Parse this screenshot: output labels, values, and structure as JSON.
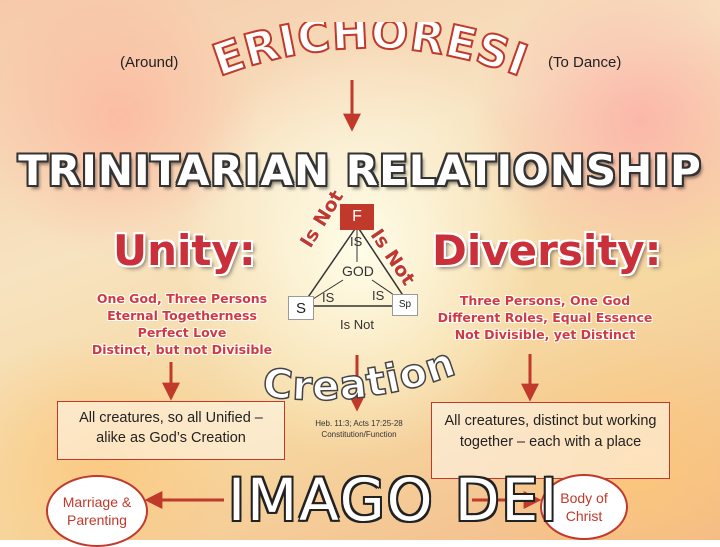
{
  "header": {
    "around": "(Around)",
    "word": "PERICHORESIS",
    "to_dance": "(To Dance)"
  },
  "heading": "TRINITARIAN RELATIONSHIP",
  "unity": {
    "title": "Unity:",
    "lines": [
      "One God, Three Persons",
      "Eternal Togetherness",
      "Perfect Love",
      "Distinct, but not Divisible"
    ],
    "box": "All creatures, so all Unified – alike as God’s Creation",
    "oval": "Marriage & Parenting"
  },
  "diversity": {
    "title": "Diversity:",
    "lines": [
      "Three Persons, One God",
      "Different Roles, Equal Essence",
      "Not Divisible, yet Distinct"
    ],
    "box": "All creatures, distinct but working together – each with a place",
    "oval": "Body of Christ"
  },
  "triangle": {
    "top": "F",
    "left": "S",
    "right": "Sp",
    "center": "GOD",
    "is_top": "IS",
    "is_left": "IS",
    "is_right": "IS",
    "is_not_left": "Is Not",
    "is_not_right": "Is Not",
    "is_not_bottom": "Is Not"
  },
  "creation": {
    "word": "Creation",
    "reference": "Heb. 11:3; Acts 17:25-28 Constitution/Function"
  },
  "imago": "IMAGO DEI",
  "colors": {
    "accent": "#c0392b",
    "arrow": "#c0392b",
    "title_red": "#c9303a"
  }
}
